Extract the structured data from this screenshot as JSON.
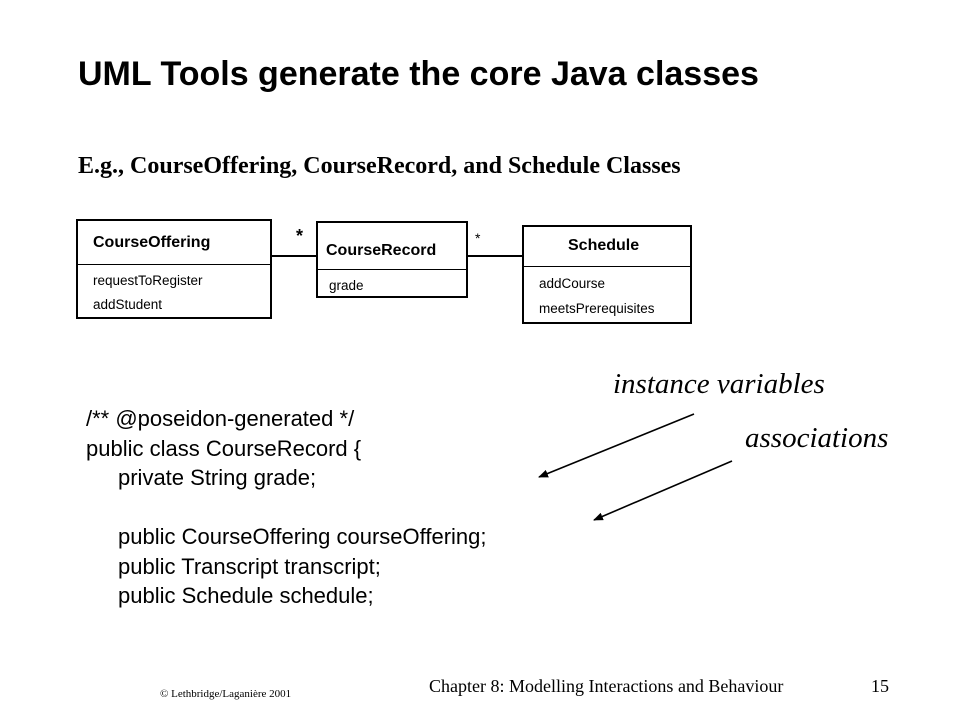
{
  "slide": {
    "title": "UML Tools generate the core Java classes",
    "subtitle": "E.g., CourseOffering, CourseRecord, and Schedule Classes"
  },
  "diagram": {
    "classes": [
      {
        "name": "CourseOffering",
        "members": [
          "requestToRegister",
          "addStudent"
        ]
      },
      {
        "name": "CourseRecord",
        "members": [
          "grade"
        ]
      },
      {
        "name": "Schedule",
        "members": [
          "addCourse",
          "meetsPrerequisites"
        ]
      }
    ],
    "associations": [
      {
        "from": "CourseOffering",
        "to": "CourseRecord",
        "multiplicity": "*"
      },
      {
        "from": "CourseRecord",
        "to": "Schedule",
        "multiplicity": "*"
      }
    ]
  },
  "code": {
    "lines": [
      "/** @poseidon-generated */",
      "public class CourseRecord {",
      "private String grade;",
      "",
      "public CourseOffering courseOffering;",
      "public Transcript transcript;",
      "public Schedule schedule;"
    ]
  },
  "annotations": {
    "instance_variables": "instance variables",
    "associations": "associations"
  },
  "footer": {
    "copyright": "© Lethbridge/Laganière 2001",
    "chapter": "Chapter 8: Modelling Interactions and Behaviour",
    "page_number": "15"
  }
}
